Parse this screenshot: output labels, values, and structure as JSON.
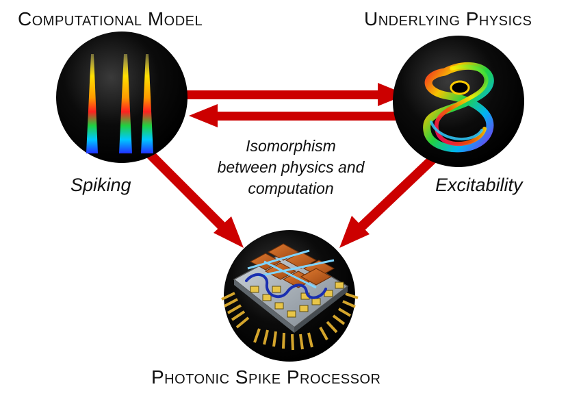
{
  "headings": {
    "computational_model": "Computational Model",
    "underlying_physics": "Underlying Physics",
    "photonic_processor": "Photonic Spike Processor"
  },
  "labels": {
    "spiking": "Spiking",
    "excitability": "Excitability",
    "isomorphism": [
      "Isomorphism",
      "between physics and",
      "computation"
    ]
  },
  "colors": {
    "arrow": "#cc0000",
    "circle": "#000000",
    "chip_tile": "#c9621f",
    "waveguide": "#1a2fb0",
    "pins": "#d4a52c"
  },
  "icons": {
    "computational_model": "spike-train-icon",
    "underlying_physics": "excitability-attractor-icon",
    "photonic_processor": "photonic-chip-icon"
  }
}
